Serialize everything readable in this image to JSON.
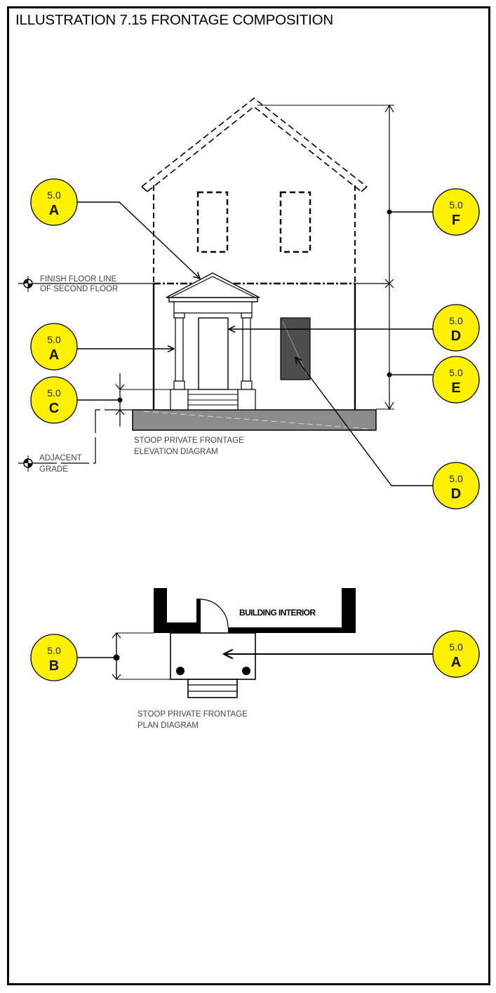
{
  "title": "ILLUSTRATION 7.15 FRONTAGE COMPOSITION",
  "colors": {
    "bubble_fill": "#FFF200",
    "frame": "#000000",
    "grade_fill": "#8C8C8C",
    "window_fill": "#4D4D4D"
  },
  "labels": {
    "finish_floor_line_1": "FINISH FLOOR LINE",
    "finish_floor_line_2": "OF SECOND FLOOR",
    "adjacent_grade_1": "ADJACENT",
    "adjacent_grade_2": "GRADE",
    "elevation_caption_1": "STOOP PRIVATE FRONTAGE",
    "elevation_caption_2": "ELEVATION DIAGRAM",
    "plan_caption_1": "STOOP PRIVATE FRONTAGE",
    "plan_caption_2": "PLAN DIAGRAM",
    "building_interior": "BUILDING INTERIOR"
  },
  "bubbles": [
    {
      "id": "a-top",
      "number": "5.0",
      "letter": "A"
    },
    {
      "id": "a-mid",
      "number": "5.0",
      "letter": "A"
    },
    {
      "id": "c",
      "number": "5.0",
      "letter": "C"
    },
    {
      "id": "f",
      "number": "5.0",
      "letter": "F"
    },
    {
      "id": "d-top",
      "number": "5.0",
      "letter": "D"
    },
    {
      "id": "e",
      "number": "5.0",
      "letter": "E"
    },
    {
      "id": "d-bottom",
      "number": "5.0",
      "letter": "D"
    },
    {
      "id": "b",
      "number": "5.0",
      "letter": "B"
    },
    {
      "id": "a-plan",
      "number": "5.0",
      "letter": "A"
    }
  ]
}
